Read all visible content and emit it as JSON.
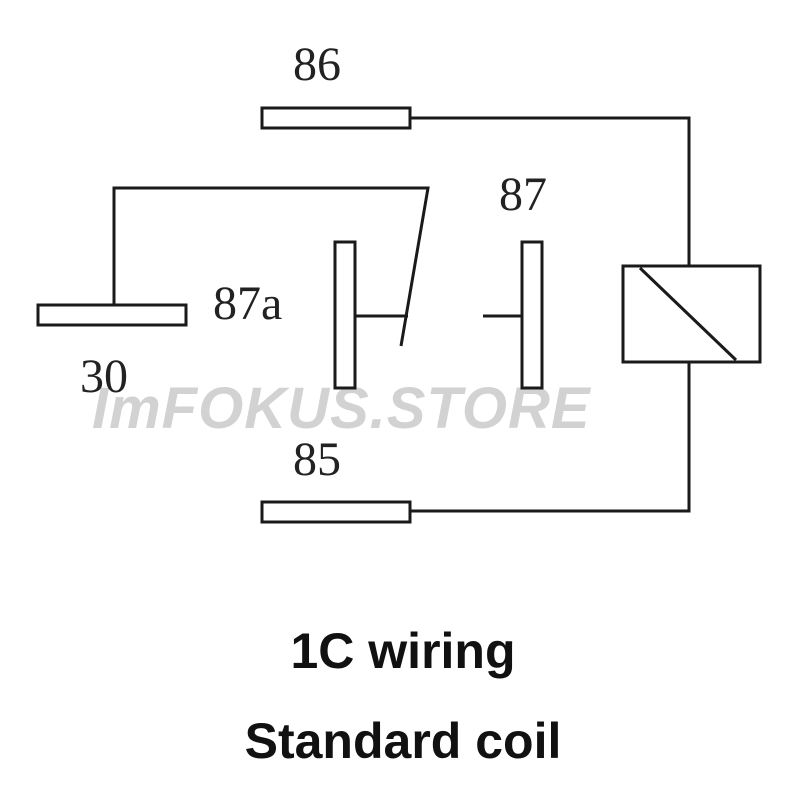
{
  "terminals": {
    "t86": "86",
    "t87": "87",
    "t87a": "87a",
    "t30": "30",
    "t85": "85"
  },
  "watermark": "ImFOKUS.STORE",
  "title": {
    "line1": "1C wiring",
    "line2": "Standard coil"
  }
}
